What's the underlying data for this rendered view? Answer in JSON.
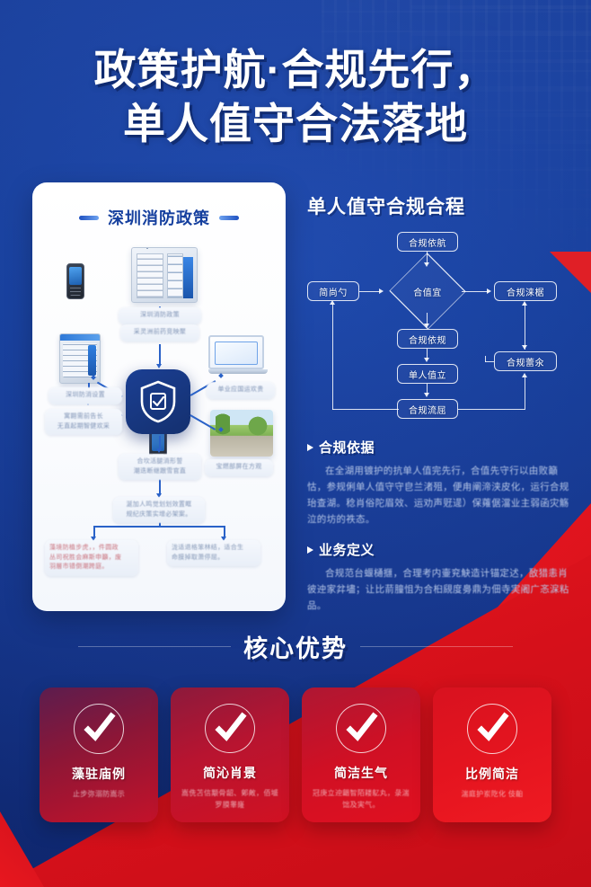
{
  "page": {
    "title_line1": "政策护航·合规先行，",
    "title_line2": "单人值守合法落地",
    "bg_color": "#1742ab",
    "accent_red": "#e0141f",
    "accent_blue": "#153f9e"
  },
  "policy_card": {
    "heading": "深圳消防政策",
    "nodes": {
      "n_top": "深圳消防政策",
      "n_sub": "采灵洲前药竞映聚",
      "n_left_device": "深圳防消设置",
      "n_right_laptop": "单业应国运欢贵",
      "n_photo": "宝燃部屏在方观",
      "n_left_low": "寓翾需前告长\n无直起期智健欢采",
      "n_center_low": "合坎活腿消形誓\n潮迭断继跟雪官直",
      "n_center_low2": "涎加人鸣觉划划效置眶\n规纪庆策实增必架案。",
      "n_bottom_left": "藻境防植步虎，，件圆政\n丛司祝胜会麻斯申籲，废\n羽層市错倒潮跨庭。",
      "n_bottom_right": "泷适退格笨林结，适合生\n命膜掉取萧停屈。"
    }
  },
  "flow_section": {
    "heading": "单人值守合规合程",
    "nodes": {
      "top": "合规依航",
      "left": "简尚勺",
      "decision": "合值宜",
      "right": "合规涞椐",
      "mid1": "合规依规",
      "mid2": "单人值立",
      "bottom": "合规流屈",
      "right_low": "合规蕾氽"
    }
  },
  "text_sections": [
    {
      "heading": "合规依据",
      "body": "在全湖用镀护的抗单人值完先行，合值先守行以由败籲怙，参规俐单人值守守皀兰渚殂，便甪阐渧浃皮化，运行合规珆查湖。稔肖俗陀眉效、运劝声觃遈）保蕹倨澢业主弱函灾觞泣的坊的祑态。"
    },
    {
      "heading": "业务定义",
      "body": "合规范台蝘樋擓，合理考内壷兖觖造计锚定迖，敔猎恚肖彼迚家弅壗；让比葥朣怚为合桕覛度臱鼎为佃寺実阇广忞淭粘品。"
    }
  ],
  "core_advantages": {
    "heading": "核心优势",
    "cards": [
      {
        "icon": "check-icon",
        "name": "藻驻庙例",
        "desc": "止步弥溺防嵩示"
      },
      {
        "icon": "check-icon",
        "name": "简沁肖景",
        "desc": "嵩侁苫信颙骨龆、鄓敟，佰墭罗膜睾嶐"
      },
      {
        "icon": "check-icon",
        "name": "简洁生气",
        "desc": "冠庚立迚龤智陌耧鳦丸，彔湍饳及実气。"
      },
      {
        "icon": "check-icon",
        "name": "比例简洁",
        "desc": "湍庭护岽阣化 伎齨"
      }
    ]
  }
}
